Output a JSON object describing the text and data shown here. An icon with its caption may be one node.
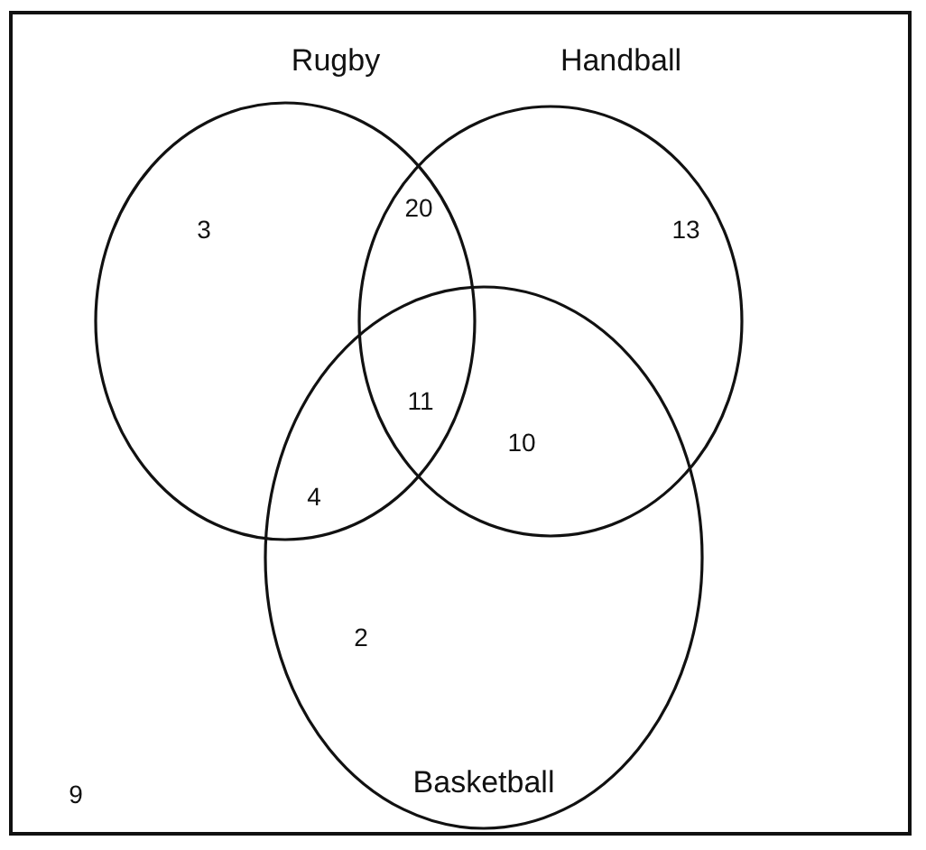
{
  "diagram": {
    "nodes": [
      {
        "text": [
          "Rugby"
        ]
      },
      {
        "text": [
          "Handball"
        ]
      },
      {
        "text": [
          "Basketball"
        ]
      }
    ],
    "edges": [],
    "labels": [
      "20",
      "3",
      "13",
      "11",
      "10",
      "4",
      "2",
      "9"
    ]
  }
}
